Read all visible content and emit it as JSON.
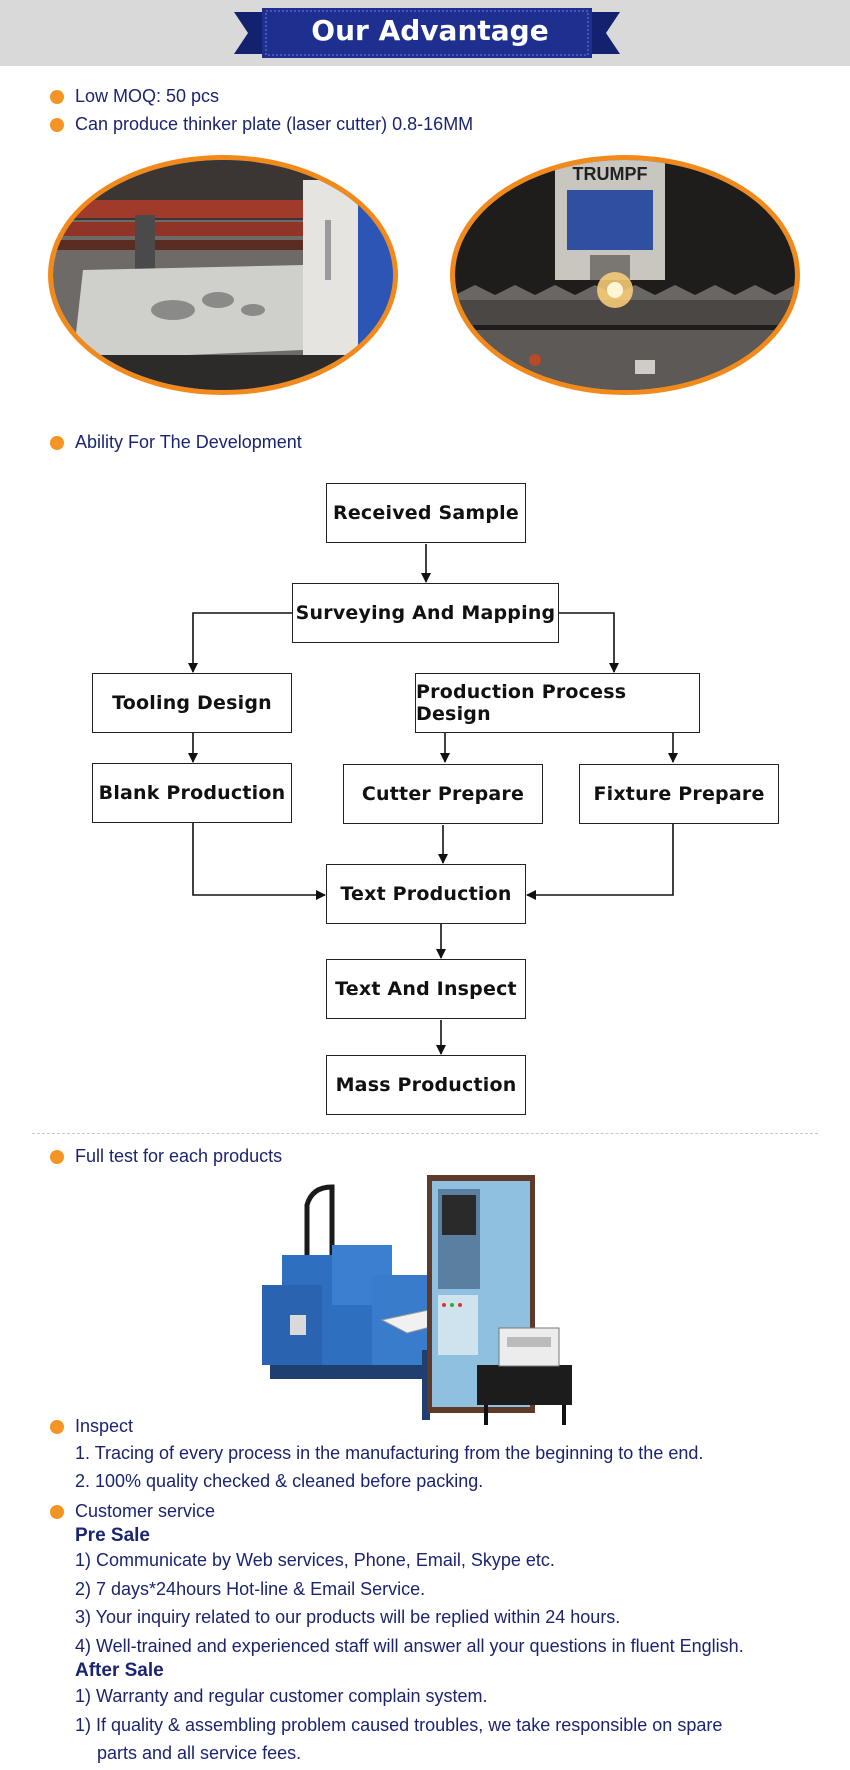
{
  "header": {
    "title": "Our Advantage"
  },
  "bullets": {
    "moq": "Low MOQ: 50 pcs",
    "plate": "Can produce thinker plate (laser cutter) 0.8-16MM",
    "ability": "Ability For The Development",
    "fulltest": "Full test for each products",
    "inspect": "Inspect",
    "customer": "Customer service"
  },
  "photos": {
    "right_brand": "TRUMPF"
  },
  "flow": {
    "received": "Received Sample",
    "surveying": "Surveying And Mapping",
    "tooling": "Tooling Design",
    "process": "Production Process Design",
    "blank": "Blank Production",
    "cutter": "Cutter Prepare",
    "fixture": "Fixture Prepare",
    "text_production": "Text Production",
    "text_inspect": "Text And Inspect",
    "mass": "Mass Production"
  },
  "inspect_lines": [
    "1. Tracing of every process in the manufacturing from the beginning to the end.",
    "2. 100% quality checked & cleaned before packing."
  ],
  "pre_sale": {
    "title": "Pre Sale",
    "items": [
      "1) Communicate by Web services, Phone, Email, Skype etc.",
      "2) 7 days*24hours Hot-line & Email Service.",
      "3) Your inquiry related to our products will be replied within 24 hours.",
      "4) Well-trained and experienced staff will answer all your questions in fluent English."
    ]
  },
  "after_sale": {
    "title": "After Sale",
    "items": [
      "1) Warranty and regular customer complain system.",
      "1) If quality & assembling problem caused troubles, we take responsible on spare",
      "parts and all service fees."
    ]
  },
  "colors": {
    "accent": "#f39524",
    "text": "#1b2470",
    "banner": "#1e2f8f",
    "topbar": "#d9d9d9"
  }
}
